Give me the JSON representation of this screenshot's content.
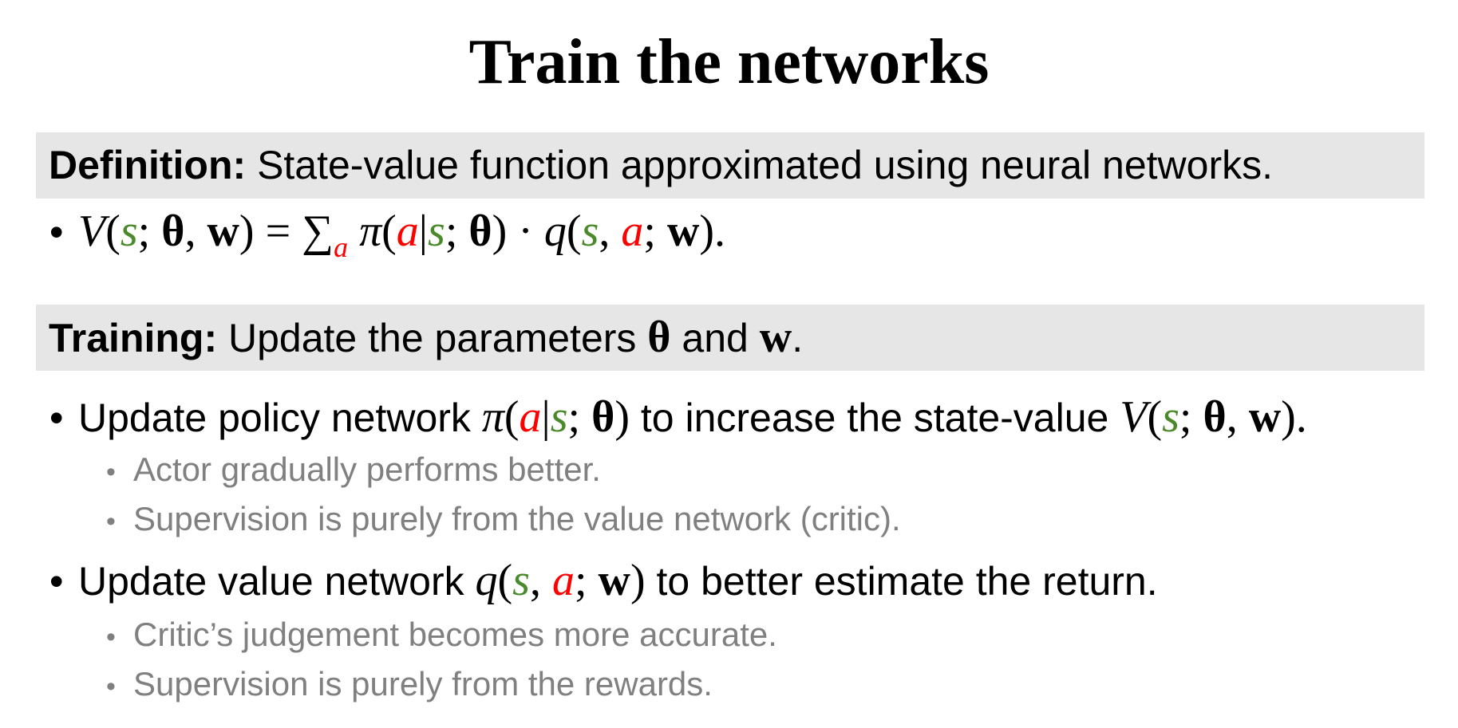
{
  "title": "Train the networks",
  "definition": {
    "label": "Definition:",
    "text": " State-value function approximated using neural networks."
  },
  "formula_bullet": {
    "V": "V",
    "s": "s",
    "theta": "θ",
    "w": "w",
    "sum": "∑",
    "a": "a",
    "pi": "π",
    "q": "q",
    "dot": "·"
  },
  "training": {
    "label": "Training:",
    "text_before": " Update the parameters ",
    "theta": "θ",
    "and": " and ",
    "w": "w",
    "end": "."
  },
  "bullets": [
    {
      "text_before": "Update policy network ",
      "text_middle": " to increase the state-value ",
      "subs": [
        "Actor gradually performs better.",
        "Supervision is purely from the value network (critic)."
      ]
    },
    {
      "text_before": "Update value network ",
      "text_after": " to better estimate the return.",
      "subs": [
        "Critic’s judgement becomes more accurate.",
        "Supervision is purely from the rewards."
      ]
    }
  ],
  "colors": {
    "state": "#4a8a2a",
    "action": "#ff0000",
    "band": "#e6e6e6",
    "sub_text": "#808080"
  }
}
